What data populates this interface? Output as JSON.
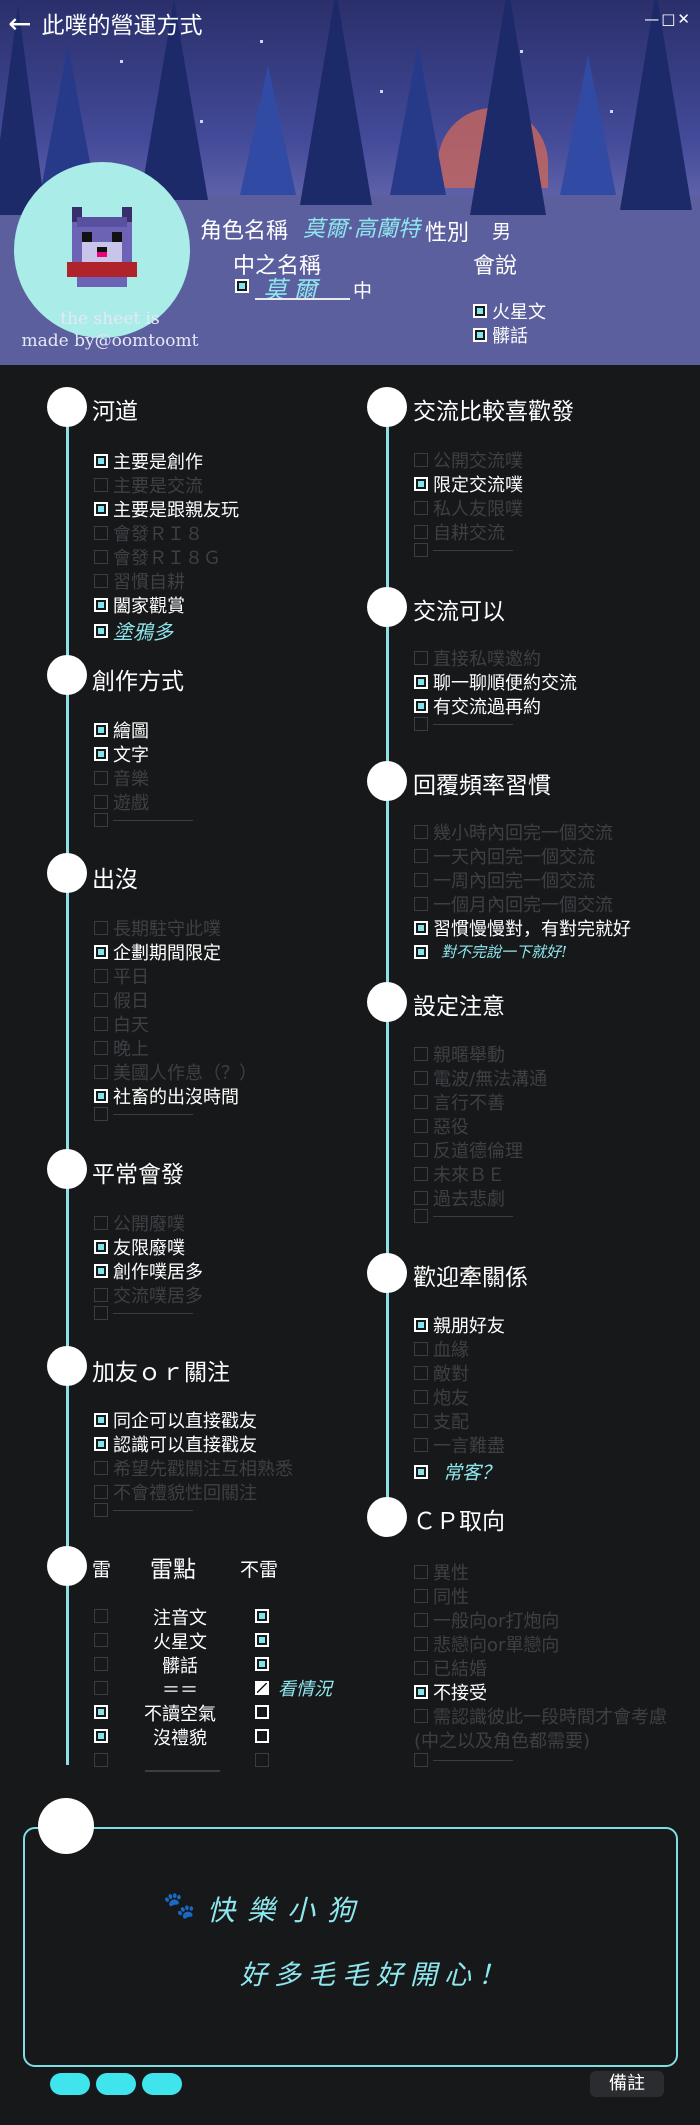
{
  "window": {
    "title": "此噗的營運方式",
    "controls": "—□✕"
  },
  "profile": {
    "credit_line1": "the sheet is",
    "credit_line2": "made by@oomtoomt",
    "role_label": "角色名稱",
    "role_value": "莫爾·高蘭特",
    "gender_label": "性別",
    "gender_value": "男",
    "player_label": "中之名稱",
    "player_value": "莫爾",
    "player_suffix": "中",
    "speak_label": "會說",
    "languages": [
      "火星文",
      "髒話"
    ]
  },
  "left": {
    "river": {
      "title": "河道",
      "items": [
        "主要是創作",
        "主要是交流",
        "主要是跟親友玩",
        "會發ＲＩ８",
        "會發ＲＩ８Ｇ",
        "習慣自耕",
        "闔家觀賞"
      ],
      "extra": "塗鴉多"
    },
    "create": {
      "title": "創作方式",
      "items": [
        "繪圖",
        "文字",
        "音樂",
        "遊戲"
      ]
    },
    "appear": {
      "title": "出沒",
      "items": [
        "長期駐守此噗",
        "企劃期間限定",
        "平日",
        "假日",
        "白天",
        "晚上",
        "美國人作息（？）",
        "社畜的出沒時間"
      ]
    },
    "usual": {
      "title": "平常會發",
      "items": [
        "公開廢噗",
        "友限廢噗",
        "創作噗居多",
        "交流噗居多"
      ]
    },
    "friend": {
      "title": "加友ｏｒ關注",
      "items": [
        "同企可以直接戳友",
        "認識可以直接戳友",
        "希望先戳關注互相熟悉",
        "不會禮貌性回關注"
      ]
    },
    "mines": {
      "left_head": "雷",
      "mid_head": "雷點",
      "right_head": "不雷",
      "rows": [
        "注音文",
        "火星文",
        "髒話",
        "＝＝",
        "不讀空氣",
        "沒禮貌"
      ],
      "note": "看情況"
    }
  },
  "right": {
    "pref": {
      "title": "交流比較喜歡發",
      "items": [
        "公開交流噗",
        "限定交流噗",
        "私人友限噗",
        "自耕交流"
      ]
    },
    "ok": {
      "title": "交流可以",
      "items": [
        "直接私噗邀約",
        "聊一聊順便約交流",
        "有交流過再約"
      ]
    },
    "reply": {
      "title": "回覆頻率習慣",
      "items": [
        "幾小時內回完一個交流",
        "一天內回完一個交流",
        "一周內回完一個交流",
        "一個月內回完一個交流",
        "習慣慢慢對，有對完就好"
      ],
      "extra": "對不完說一下就好!"
    },
    "notice": {
      "title": "設定注意",
      "items": [
        "親暱舉動",
        "電波/無法溝通",
        "言行不善",
        "惡役",
        "反道德倫理",
        "未來ＢＥ",
        "過去悲劇"
      ]
    },
    "rel": {
      "title": "歡迎牽關係",
      "items": [
        "親朋好友",
        "血緣",
        "敵對",
        "炮友",
        "支配",
        "一言難盡"
      ],
      "extra": "常客？"
    },
    "cp": {
      "title": "ＣＰ取向",
      "items": [
        "異性",
        "同性",
        "一般向or打炮向",
        "悲戀向or單戀向",
        "已結婚",
        "不接受",
        "需認識彼此一段時間才會考慮",
        "(中之以及角色都需要)"
      ]
    }
  },
  "memo": {
    "line1": "快樂小狗",
    "line2": "好多毛毛好開心！"
  },
  "footer": {
    "note_button": "備註"
  },
  "colors": {
    "accent": "#7fe3e9",
    "bg": "#17181a",
    "avatar": "#a9ece8"
  }
}
